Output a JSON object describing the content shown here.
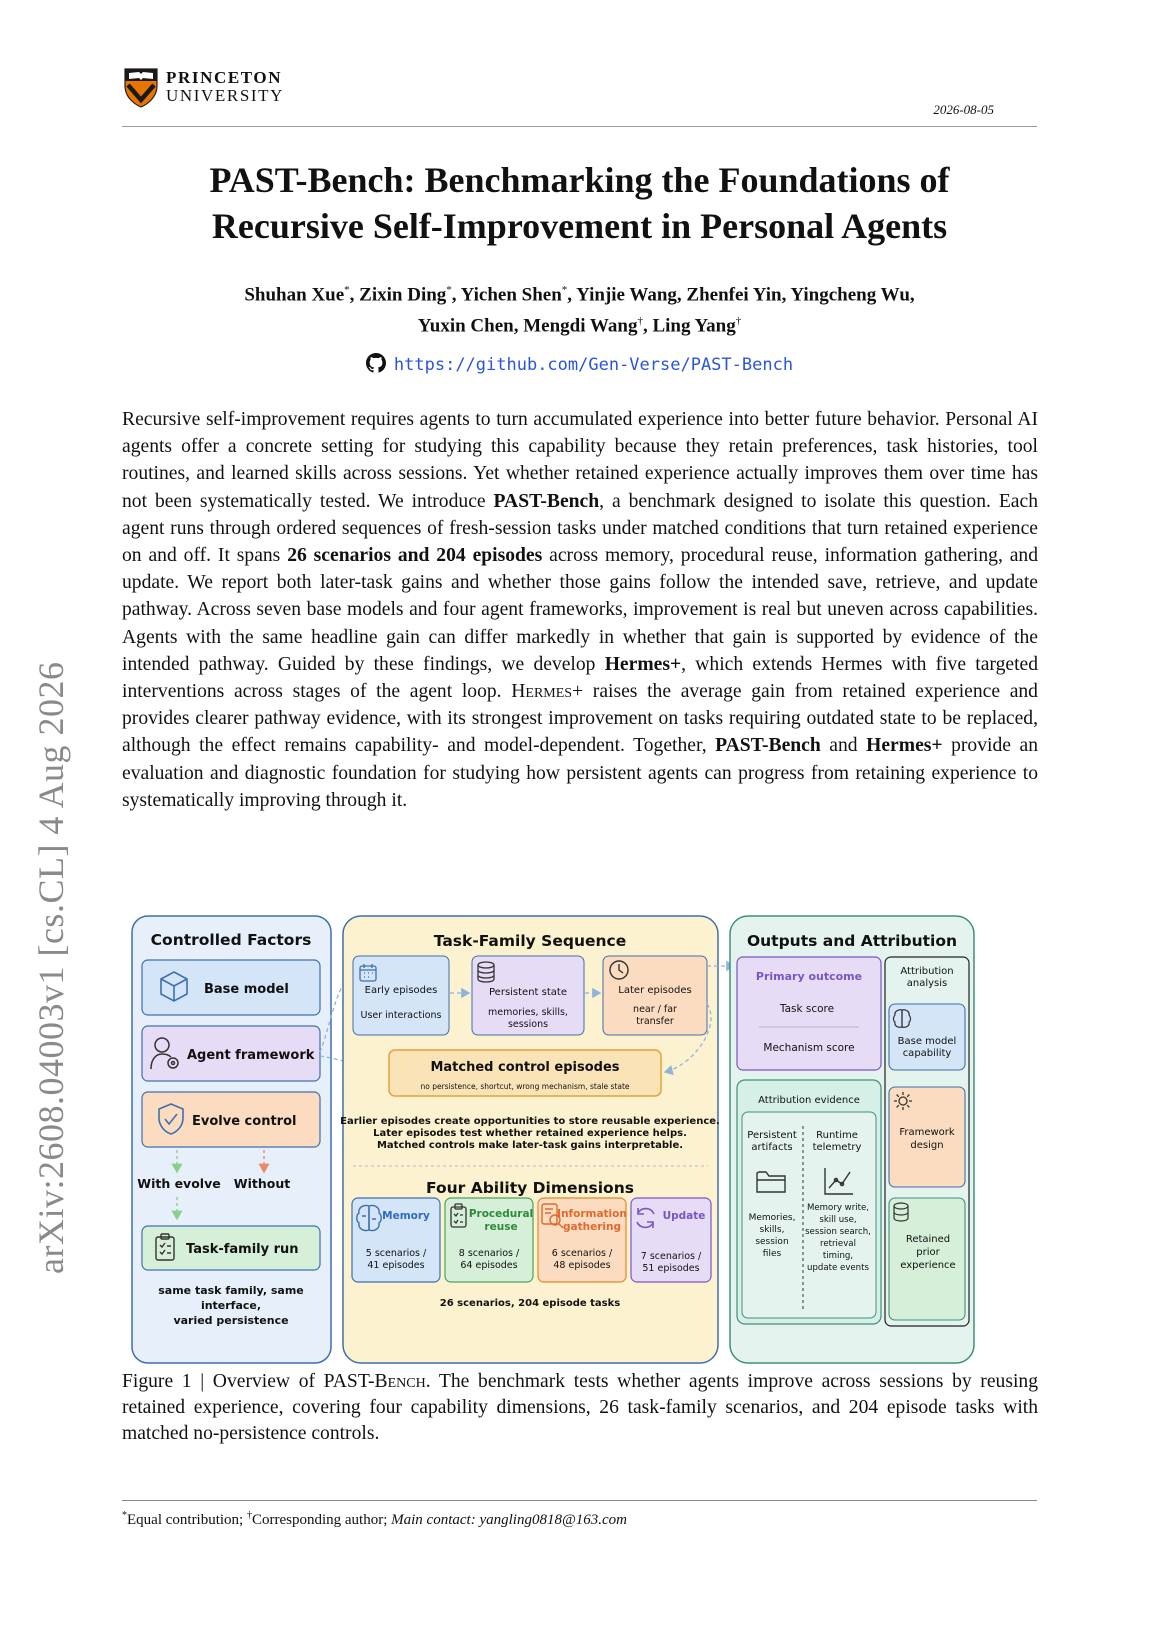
{
  "header": {
    "logo_line1": "PRINCETON",
    "logo_line2": "UNIVERSITY",
    "date": "2026-08-05"
  },
  "title": {
    "line1": "PAST-Bench: Benchmarking the Foundations of",
    "line2": "Recursive Self-Improvement in Personal Agents"
  },
  "authors": {
    "a1": "Shuhan Xue",
    "a2": "Zixin Ding",
    "a3": "Yichen Shen",
    "a4": "Yinjie Wang",
    "a5": "Zhenfei Yin",
    "a6": "Yingcheng Wu",
    "a7": "Yuxin Chen",
    "a8": "Mengdi Wang",
    "a9": "Ling Yang",
    "star": "*",
    "dagger": "†"
  },
  "repo_url": "https://github.com/Gen-Verse/PAST-Bench",
  "abstract": {
    "p1": "Recursive self-improvement requires agents to turn accumulated experience into better future behavior. Personal AI agents offer a concrete setting for studying this capability because they retain preferences, task histories, tool routines, and learned skills across sessions. Yet whether retained experience actually improves them over time has not been systematically tested. We introduce ",
    "b1": "PAST-Bench",
    "p2": ", a benchmark designed to isolate this question. Each agent runs through ordered sequences of fresh-session tasks under matched conditions that turn retained experience on and off. It spans ",
    "b2": "26 scenarios and 204 episodes",
    "p3": " across memory, procedural reuse, information gathering, and update. We report both later-task gains and whether those gains follow the intended save, retrieve, and update pathway. Across seven base models and four agent frameworks, improvement is real but uneven across capabilities. Agents with the same headline gain can differ markedly in whether that gain is supported by evidence of the intended pathway. Guided by these findings, we develop ",
    "b3": "Hermes+",
    "p4": ", which extends Hermes with five targeted interventions across stages of the agent loop. ",
    "sc1": "Hermes+",
    "p5": " raises the average gain from retained experience and provides clearer pathway evidence, with its strongest improvement on tasks requiring outdated state to be replaced, although the effect remains capability- and model-dependent. Together, ",
    "b4": "PAST-Bench",
    "p6": " and ",
    "b5": "Hermes+",
    "p7": " provide an evaluation and diagnostic foundation for studying how persistent agents can progress from retaining experience to systematically improving through it."
  },
  "arxiv_stamp": "arXiv:2608.04003v1  [cs.CL]  4 Aug 2026",
  "figure": {
    "left": {
      "title": "Controlled Factors",
      "base_model": "Base model",
      "agent_framework": "Agent framework",
      "evolve_control": "Evolve control",
      "with_evolve": "With evolve",
      "without": "Without",
      "task_family_run": "Task-family run",
      "note1": "same task family, same",
      "note2": "interface,",
      "note3": "varied persistence"
    },
    "middle": {
      "title": "Task-Family Sequence",
      "early_title": "Early episodes",
      "early_sub": "User interactions",
      "persist_title": "Persistent state",
      "persist_sub1": "memories, skills,",
      "persist_sub2": "sessions",
      "later_title": "Later episodes",
      "later_sub1": "near / far",
      "later_sub2": "transfer",
      "matched_title": "Matched control episodes",
      "matched_sub": "no persistence, shortcut, wrong mechanism, stale state",
      "desc1": "Earlier episodes create opportunities to store reusable experience.",
      "desc2": "Later episodes test whether retained experience helps.",
      "desc3": "Matched controls make later-task gains interpretable.",
      "dims_title": "Four Ability Dimensions",
      "memory": "Memory",
      "memory_s1": "5 scenarios /",
      "memory_s2": "41 episodes",
      "proc1": "Procedural",
      "proc2": "reuse",
      "proc_s1": "8 scenarios /",
      "proc_s2": "64 episodes",
      "info1": "Information",
      "info2": "gathering",
      "info_s1": "6 scenarios /",
      "info_s2": "48 episodes",
      "update": "Update",
      "update_s1": "7 scenarios /",
      "update_s2": "51 episodes",
      "total": "26 scenarios, 204 episode tasks"
    },
    "right": {
      "title": "Outputs and Attribution",
      "primary": "Primary outcome",
      "task_score": "Task score",
      "mech_score": "Mechanism score",
      "attr_analysis1": "Attribution",
      "attr_analysis2": "analysis",
      "base_cap1": "Base model",
      "base_cap2": "capability",
      "fw1": "Framework",
      "fw2": "design",
      "ret1": "Retained",
      "ret2": "prior",
      "ret3": "experience",
      "evidence": "Attribution evidence",
      "pa1": "Persistent",
      "pa2": "artifacts",
      "rt1": "Runtime",
      "rt2": "telemetry",
      "pa_l1": "Memories,",
      "pa_l2": "skills,",
      "pa_l3": "session",
      "pa_l4": "files",
      "rt_l1": "Memory write,",
      "rt_l2": "skill use,",
      "rt_l3": "session search,",
      "rt_l4": "retrieval",
      "rt_l5": "timing,",
      "rt_l6": "update events"
    }
  },
  "caption": {
    "prefix": "Figure 1 | Overview of PAST-",
    "sc": "Bench",
    "rest": ". The benchmark tests whether agents improve across sessions by reusing retained experience, covering four capability dimensions, 26 task-family scenarios, and 204 episode tasks with matched no-persistence controls."
  },
  "footnote": {
    "star": "*",
    "t1": "Equal contribution; ",
    "dagger": "†",
    "t2": "Corresponding author; ",
    "t3": "Main contact: yangling0818@163.com"
  },
  "colors": {
    "left_panel": "#e7f0fa",
    "left_border": "#3f6fae",
    "mid_panel": "#fdf2cf",
    "mid_border": "#3f6fae",
    "right_panel": "#e4f3ee",
    "right_border": "#3f8f7e",
    "blue_card": "#d4e5f7",
    "purple_card": "#e6dcf6",
    "orange_card": "#fbdcc0",
    "green_card": "#d6efd8",
    "link": "#2a55d6"
  }
}
